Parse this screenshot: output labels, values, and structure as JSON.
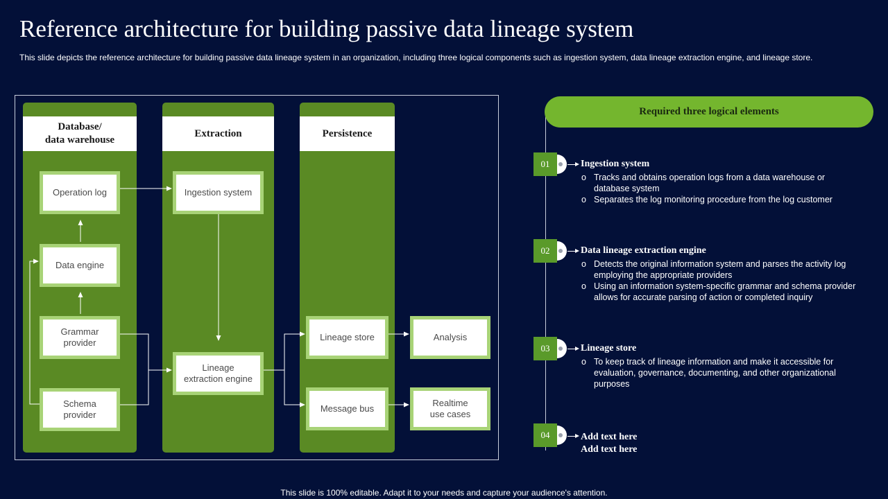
{
  "title": "Reference architecture for building passive data lineage system",
  "subtitle": "This slide depicts the reference architecture for building passive data lineage system in an organization, including three logical components such as ingestion system, data lineage extraction engine, and lineage store.",
  "diagram": {
    "columns": [
      {
        "heading": "Database/\ndata warehouse"
      },
      {
        "heading": "Extraction"
      },
      {
        "heading": "Persistence"
      }
    ],
    "nodes": {
      "operation_log": "Operation log",
      "data_engine": "Data engine",
      "grammar_provider": "Grammar\nprovider",
      "schema_provider": "Schema\nprovider",
      "ingestion_system": "Ingestion system",
      "lineage_extraction_engine": "Lineage\nextraction engine",
      "lineage_store": "Lineage store",
      "message_bus": "Message bus",
      "analysis": "Analysis",
      "realtime_use_cases": "Realtime\nuse cases"
    }
  },
  "panel": {
    "header": "Required three logical elements",
    "items": [
      {
        "number": "01",
        "title": "Ingestion system",
        "bullets": [
          "Tracks and obtains operation logs from a data warehouse or database system",
          "Separates the log monitoring procedure from the log customer"
        ]
      },
      {
        "number": "02",
        "title": "Data lineage extraction engine",
        "bullets": [
          "Detects the original information system and parses the activity log employing the appropriate providers",
          "Using an information system-specific grammar and schema provider allows for accurate parsing of action or completed inquiry"
        ]
      },
      {
        "number": "03",
        "title": "Lineage store",
        "bullets": [
          "To keep track of lineage information and make it accessible for evaluation, governance, documenting, and other organizational purposes"
        ]
      },
      {
        "number": "04",
        "title": "Add text here\nAdd text here",
        "bullets": []
      }
    ]
  },
  "footer": "This slide is 100% editable. Adapt it to your needs and capture your audience's attention.",
  "colors": {
    "background": "#031038",
    "column_green": "#5a8a24",
    "node_border": "#a8d377",
    "accent_green": "#74b62e"
  }
}
